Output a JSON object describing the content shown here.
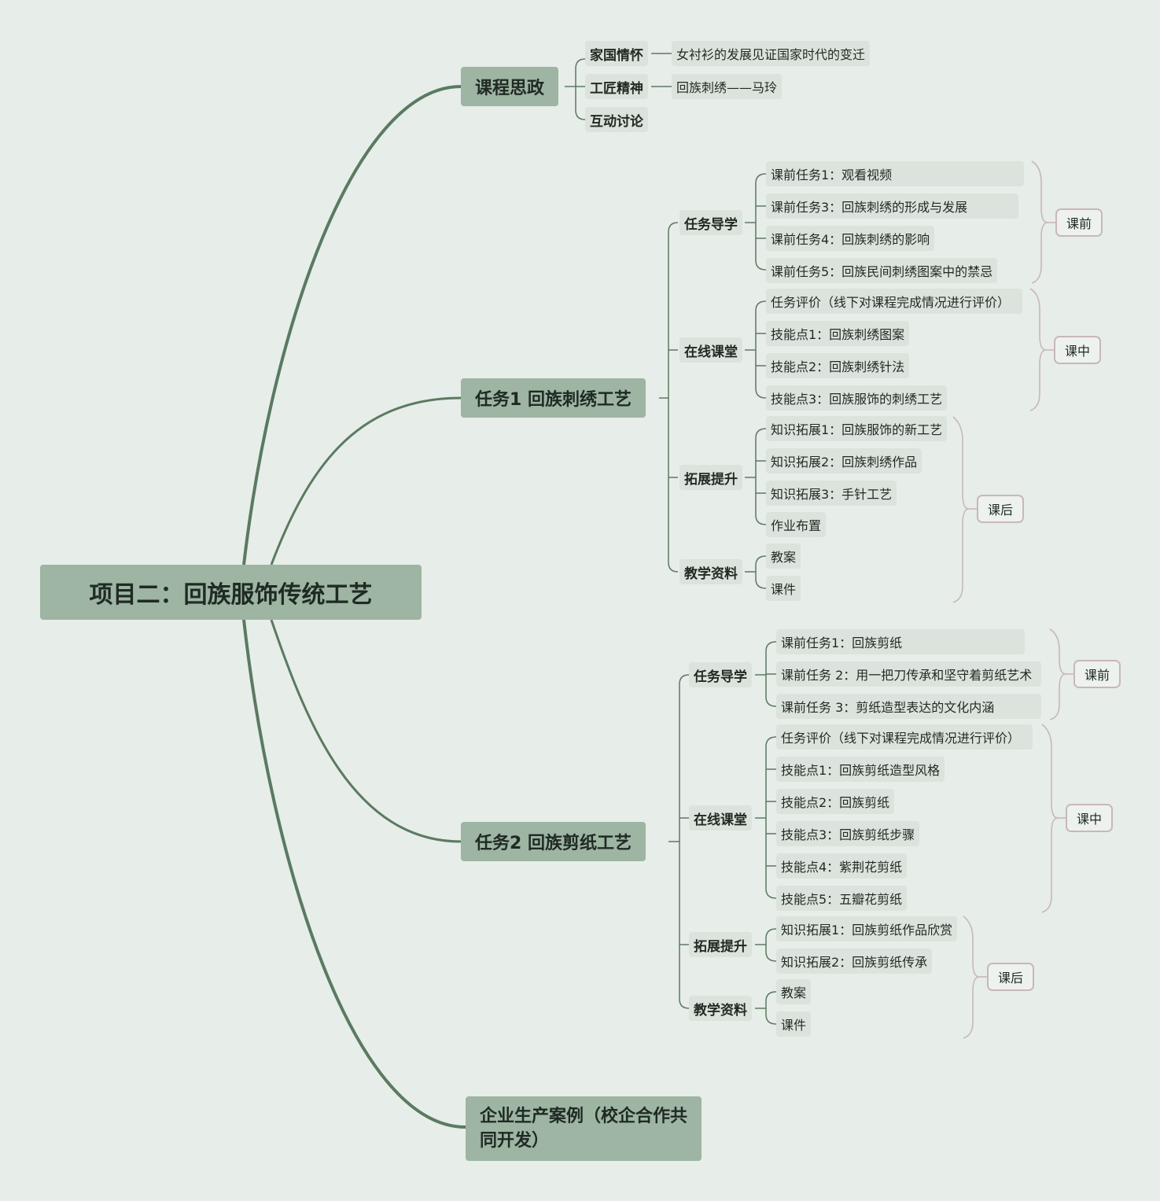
{
  "root": "项目二：回族服饰传统工艺",
  "ideology": {
    "title": "课程思政",
    "items": [
      {
        "label": "家国情怀",
        "detail": "女衬衫的发展见证国家时代的变迁"
      },
      {
        "label": "工匠精神",
        "detail": "回族刺绣——马玲"
      },
      {
        "label": "互动讨论"
      }
    ]
  },
  "task1": {
    "title": "任务1  回族刺绣工艺",
    "guide": {
      "title": "任务导学",
      "items": [
        "课前任务1：观看视频",
        "课前任务3：回族刺绣的形成与发展",
        "课前任务4：回族刺绣的影响",
        "课前任务5：回族民间刺绣图案中的禁忌"
      ]
    },
    "online": {
      "title": "在线课堂",
      "items": [
        "任务评价（线下对课程完成情况进行评价）",
        "技能点1：回族刺绣图案",
        "技能点2：回族刺绣针法",
        "技能点3：回族服饰的刺绣工艺"
      ]
    },
    "expand": {
      "title": "拓展提升",
      "items": [
        "知识拓展1：回族服饰的新工艺",
        "知识拓展2：回族刺绣作品",
        "知识拓展3：手针工艺",
        "作业布置"
      ]
    },
    "materials": {
      "title": "教学资料",
      "items": [
        "教案",
        "课件"
      ]
    },
    "tags": {
      "before": "课前",
      "during": "课中",
      "after": "课后"
    }
  },
  "task2": {
    "title": "任务2  回族剪纸工艺",
    "guide": {
      "title": "任务导学",
      "items": [
        "课前任务1：回族剪纸",
        "课前任务 2：用一把刀传承和坚守着剪纸艺术",
        "课前任务 3：剪纸造型表达的文化内涵"
      ]
    },
    "online": {
      "title": "在线课堂",
      "items": [
        "任务评价（线下对课程完成情况进行评价）",
        "技能点1：回族剪纸造型风格",
        "技能点2：回族剪纸",
        "技能点3：回族剪纸步骤",
        "技能点4：紫荆花剪纸",
        "技能点5：五瓣花剪纸"
      ]
    },
    "expand": {
      "title": "拓展提升",
      "items": [
        "知识拓展1：回族剪纸作品欣赏",
        "知识拓展2：回族剪纸传承"
      ]
    },
    "materials": {
      "title": "教学资料",
      "items": [
        "教案",
        "课件"
      ]
    },
    "tags": {
      "before": "课前",
      "during": "课中",
      "after": "课后"
    }
  },
  "enterprise": {
    "title": "企业生产案例（校企合作共同开发）"
  },
  "colors": {
    "background": "#e7ede8",
    "main_node": "#9db5a2",
    "leaf_node": "#dce3dd",
    "connector": "#5a7a62",
    "bracket": "#c8b8b8"
  }
}
